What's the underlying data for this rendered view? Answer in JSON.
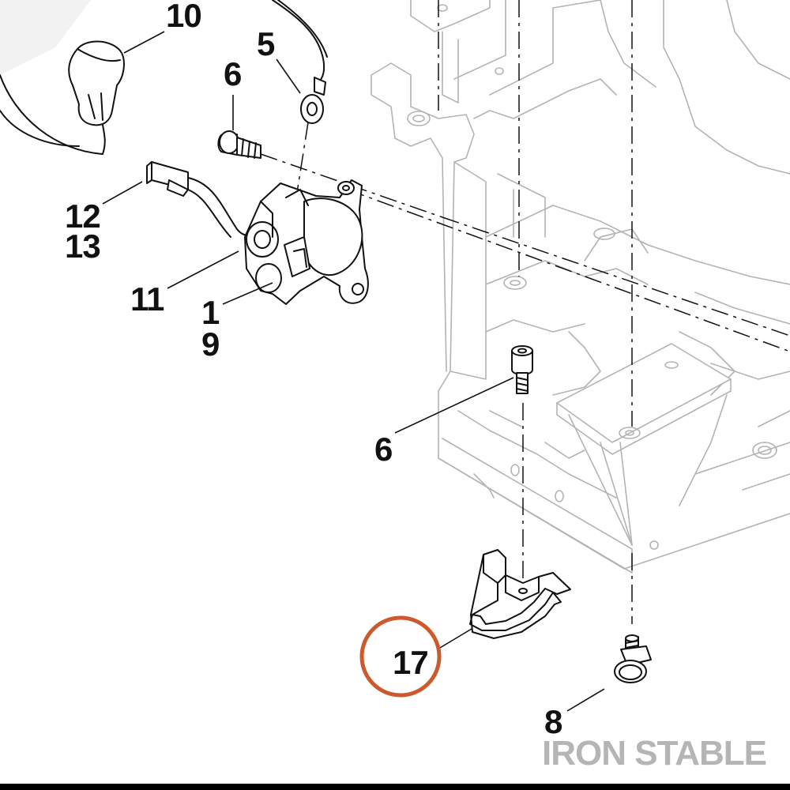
{
  "callouts": {
    "part_10": "10",
    "part_5": "5",
    "part_6_top": "6",
    "part_12": "12",
    "part_13": "13",
    "part_11": "11",
    "part_1": "1",
    "part_9": "9",
    "part_6_mid": "6",
    "part_17": "17",
    "part_8": "8"
  },
  "highlighted_part": "17",
  "watermark": "IRON STABLE",
  "colors": {
    "highlight_circle": "#cc5a2e",
    "watermark": "#b5b5b5",
    "line_art": "#111111",
    "ghost_frame": "#b3b3b3",
    "bottom_bar": "#000000"
  }
}
